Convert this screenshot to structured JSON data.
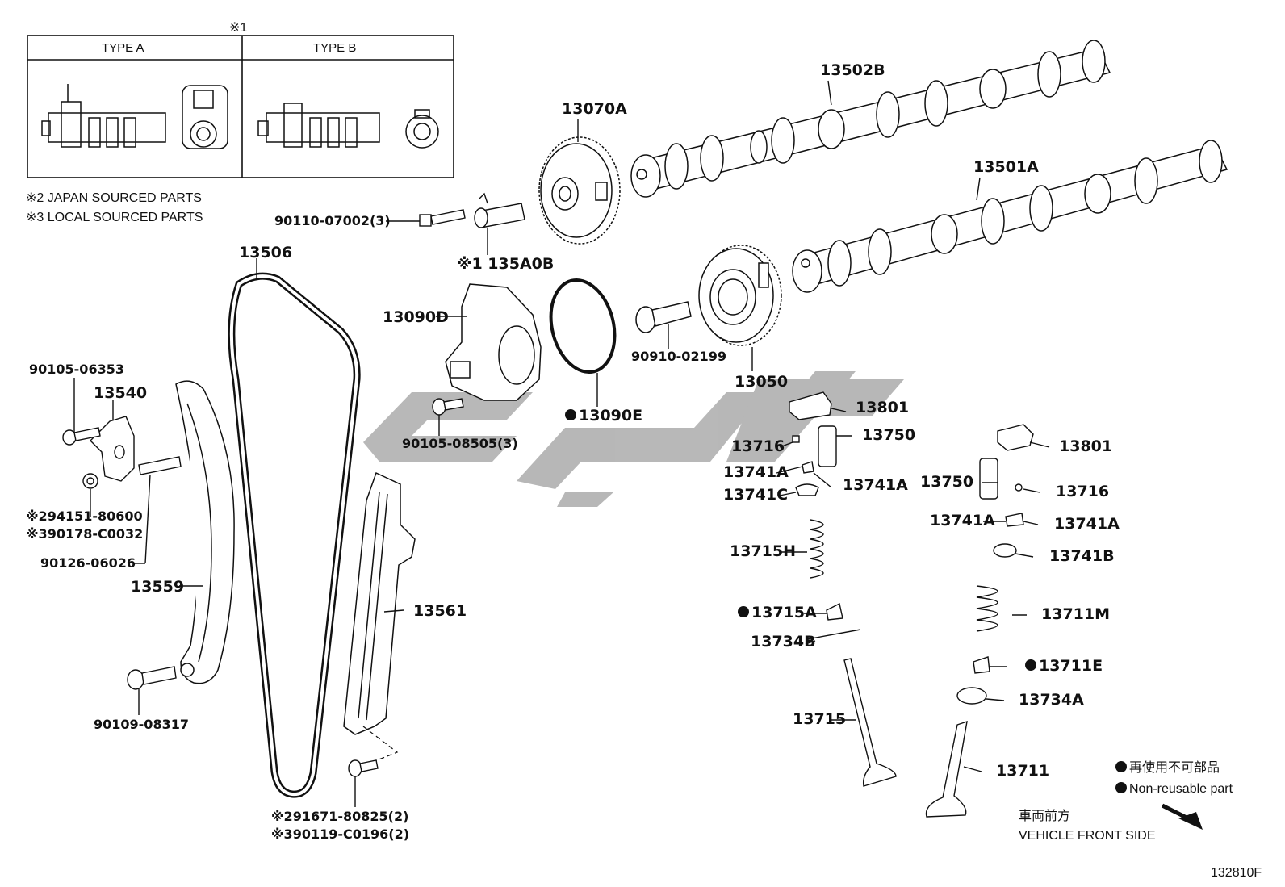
{
  "inset": {
    "mark": "※1",
    "type_a": "TYPE A",
    "type_b": "TYPE B"
  },
  "notes": {
    "japan": "※2 JAPAN SOURCED PARTS",
    "local": "※3 LOCAL SOURCED PARTS"
  },
  "parts": {
    "p13502B": "13502B",
    "p13070A": "13070A",
    "p13501A": "13501A",
    "p90110_07002": "90110-07002(3)",
    "p135A0B": "※1 135A0B",
    "p13506": "13506",
    "p13090D": "13090D",
    "p90910_02199": "90910-02199",
    "p13050": "13050",
    "p90105_06353": "90105-06353",
    "p13540": "13540",
    "p13090E": "13090E",
    "p90105_08505": "90105-08505(3)",
    "p13801a": "13801",
    "p13750a": "13750",
    "p13716a": "13716",
    "p13741A_1": "13741A",
    "p13741A_2": "13741A",
    "p13741C": "13741C",
    "p13801b": "13801",
    "p13750b": "13750",
    "p13716b": "13716",
    "p13741A_3": "13741A",
    "p13741A_4": "13741A",
    "p13741B": "13741B",
    "p13715H": "13715H",
    "p13711M": "13711M",
    "p13715A": "13715A",
    "p13711E": "13711E",
    "p13734B": "13734B",
    "p13734A": "13734A",
    "p13715": "13715",
    "p13711": "13711",
    "p94151": "※294151-80600",
    "p90178": "※390178-C0032",
    "p90126_06026": "90126-06026",
    "p13559": "13559",
    "p13561": "13561",
    "p90109_08317": "90109-08317",
    "p91671": "※291671-80825(2)",
    "p90119": "※390119-C0196(2)"
  },
  "legend": {
    "non_reusable_jp": "再使用不可部品",
    "non_reusable_en": "Non-reusable part",
    "front_jp": "車両前方",
    "front_en": "VEHICLE FRONT SIDE"
  },
  "figure_code": "132810F",
  "colors": {
    "watermark": "#b4b4b4",
    "line": "#111111"
  }
}
